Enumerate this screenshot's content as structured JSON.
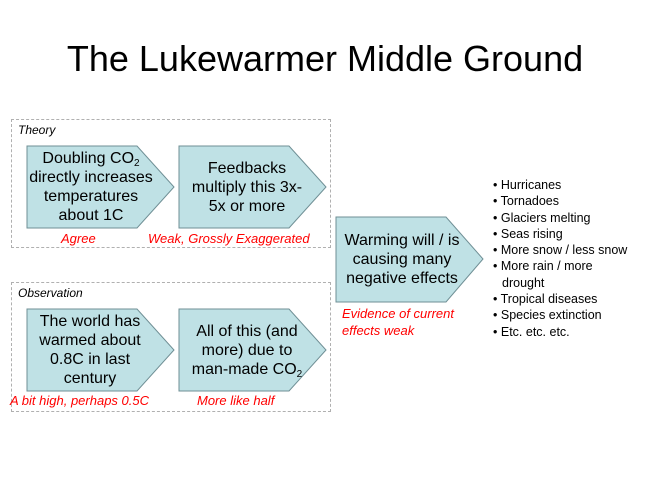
{
  "title": "The Lukewarmer Middle Ground",
  "theory": {
    "label": "Theory",
    "box1": {
      "text": "Doubling CO",
      "sub": "2",
      "rest": "directly increases temperatures about 1C"
    },
    "box2": {
      "text": "Feedbacks multiply this 3x-5x or more"
    },
    "note1": "Agree",
    "note2": "Weak, Grossly Exaggerated"
  },
  "observation": {
    "label": "Observation",
    "box1": {
      "text": "The world has warmed about 0.8C in last century"
    },
    "box2": {
      "text": "All of this (and more) due to man-made CO",
      "sub": "2"
    },
    "note1": "A bit high, perhaps 0.5C",
    "note2": "More like half"
  },
  "effects": {
    "box": {
      "text": "Warming will / is causing many negative effects"
    },
    "note": "Evidence of current effects weak",
    "items": [
      "Hurricanes",
      "Tornadoes",
      "Glaciers melting",
      "Seas rising",
      "More snow / less snow",
      "More rain / more drought",
      "Tropical diseases",
      "Species extinction",
      "Etc. etc. etc."
    ]
  },
  "colors": {
    "arrow_fill": "#bfe1e5",
    "arrow_stroke": "#6f8f95",
    "note": "#ff0000"
  }
}
